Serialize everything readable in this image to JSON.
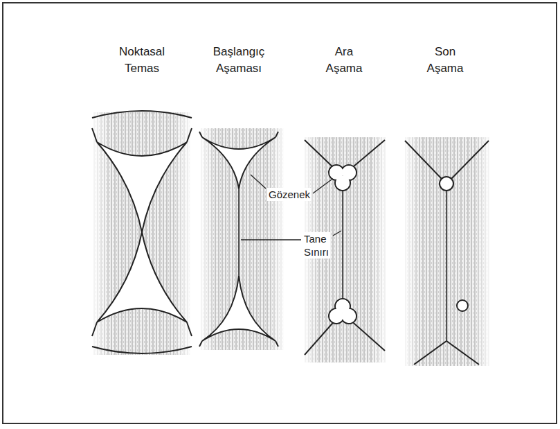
{
  "diagram": {
    "labels": [
      "Noktasal Temas",
      "Başlangıç Aşaması",
      "Ara Aşama",
      "Son Aşama",
      "Gözenek",
      "Tane Sınırı"
    ]
  }
}
